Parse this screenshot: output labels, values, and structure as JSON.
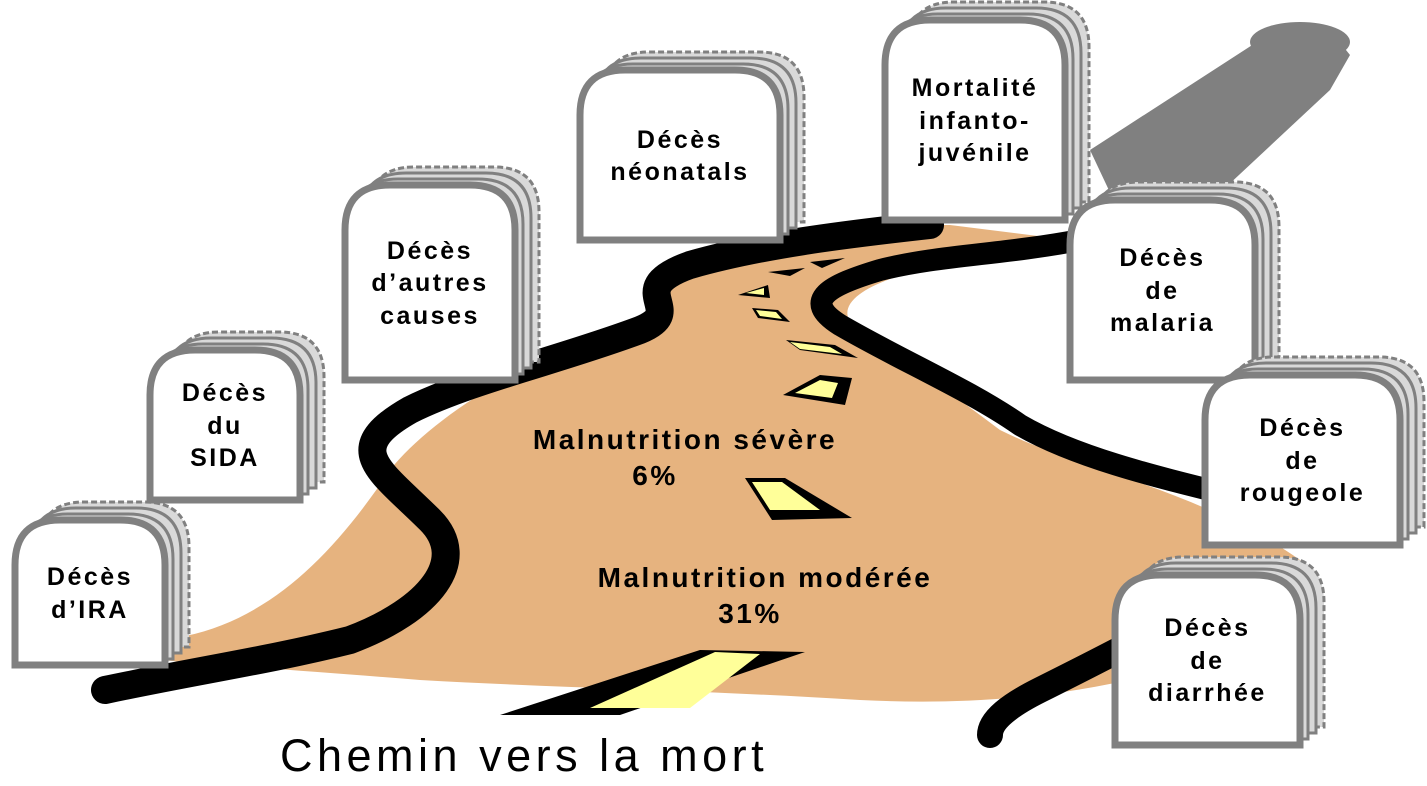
{
  "title": "Chemin vers la mort",
  "road": {
    "severe_label": "Malnutrition sévère",
    "severe_value": "6%",
    "moderate_label": "Malnutrition modérée",
    "moderate_value": "31%"
  },
  "tombstones": [
    {
      "id": "ira",
      "label": "Décès\nd’IRA"
    },
    {
      "id": "sida",
      "label": "Décès\ndu\nSIDA"
    },
    {
      "id": "autres",
      "label": "Décès\nd’autres\ncauses"
    },
    {
      "id": "neonatals",
      "label": "Décès\nnéonatals"
    },
    {
      "id": "mortalite",
      "label": "Mortalité\ninfanto-\njuvénile"
    },
    {
      "id": "malaria",
      "label": "Décès\nde\nmalaria"
    },
    {
      "id": "rougeole",
      "label": "Décès\nde\nrougeole"
    },
    {
      "id": "diarrhee",
      "label": "Décès\nde\ndiarrhée"
    }
  ],
  "colors": {
    "road": "#e6b37f",
    "road_edge": "#000000",
    "stone_fill": "#ffffff",
    "stone_shade": "#d9d9d9",
    "stone_outline": "#808080",
    "marker": "#ffff99",
    "shadow": "#808080"
  }
}
